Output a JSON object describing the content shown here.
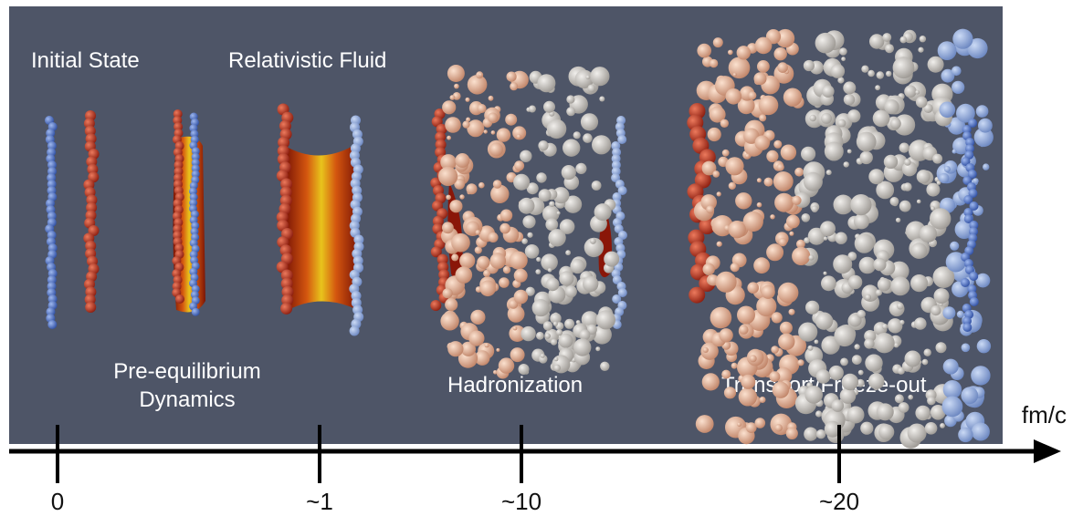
{
  "labels": {
    "initial_state": "Initial State",
    "relativistic_fluid": "Relativistic Fluid",
    "pre_equilibrium_line1": "Pre-equilibrium",
    "pre_equilibrium_line2": "Dynamics",
    "hadronization": "Hadronization",
    "transport": "Transport/Freeze-out"
  },
  "axis": {
    "unit": "fm/c",
    "ticks": [
      "0",
      "~1",
      "~10",
      "~20"
    ]
  },
  "colors": {
    "panel": "#4e5567",
    "nucleus_blue": "#4a6fc4",
    "nucleus_red": "#b8321f",
    "hadron_peach": "#e8b496",
    "hadron_grey": "#c9c6c3",
    "fluid_yellow": "#e0c21a",
    "fluid_red": "#a8200c"
  }
}
